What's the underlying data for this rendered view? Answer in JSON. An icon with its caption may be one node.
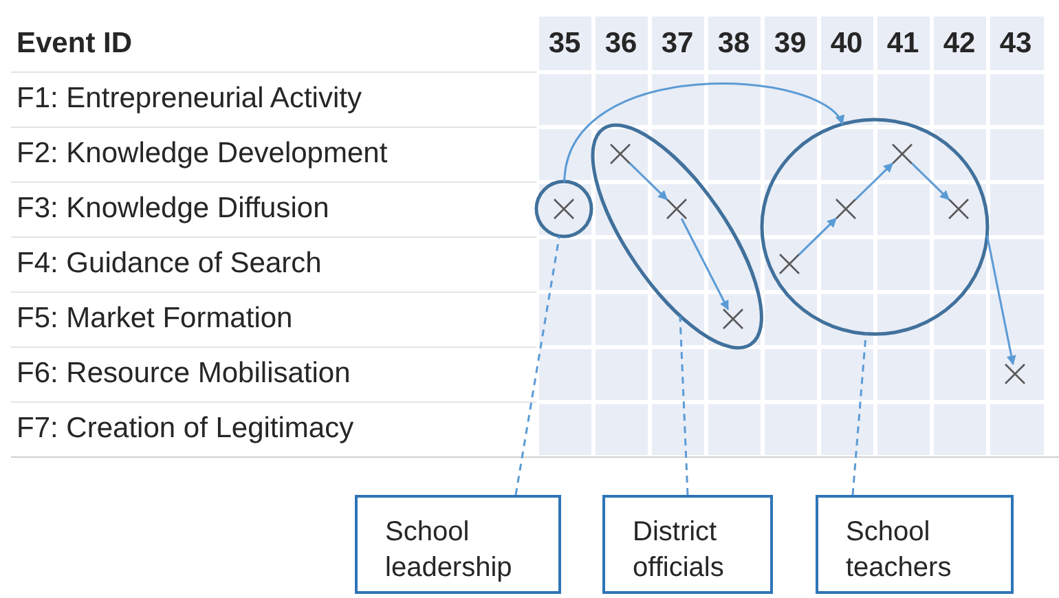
{
  "diagram": {
    "nodes": [
      {
        "text": [],
        "shape": "circle"
      },
      {
        "text": [],
        "shape": "cross",
        "in": 0
      },
      {
        "text": [],
        "shape": "circle"
      },
      {
        "text": [],
        "shape": "cross",
        "in": 2
      },
      {
        "text": [],
        "shape": "cross",
        "in": 2
      },
      {
        "text": [],
        "shape": "cross",
        "in": 2
      },
      {
        "text": [],
        "shape": "circle"
      },
      {
        "text": [],
        "shape": "cross",
        "in": 6
      },
      {
        "text": [],
        "shape": "cross",
        "in": 6
      },
      {
        "text": [],
        "shape": "cross",
        "in": 6
      },
      {
        "text": [],
        "shape": "cross",
        "in": 6
      },
      {
        "text": [],
        "shape": "cross"
      },
      {
        "text": [
          "School leadership"
        ]
      },
      {
        "text": [
          "District officials"
        ]
      },
      {
        "text": [
          "School teachers"
        ]
      }
    ],
    "edges": [
      {
        "from": 0,
        "to": 6,
        "arrow": "to"
      },
      {
        "from": 3,
        "to": 4,
        "arrow": "to"
      },
      {
        "from": 4,
        "to": 5,
        "arrow": "to"
      },
      {
        "from": 7,
        "to": 8,
        "arrow": "to"
      },
      {
        "from": 8,
        "to": 9,
        "arrow": "to"
      },
      {
        "from": 9,
        "to": 10,
        "arrow": "to"
      },
      {
        "from": 6,
        "to": 11,
        "arrow": "to"
      },
      {
        "from": 12,
        "to": 0,
        "arrow": "none",
        "style": "dashed"
      },
      {
        "from": 13,
        "to": 2,
        "arrow": "none",
        "style": "dashed"
      },
      {
        "from": 14,
        "to": 6,
        "arrow": "none",
        "style": "dashed"
      }
    ],
    "labels": [
      "Event ID",
      "35",
      "36",
      "37",
      "38",
      "39",
      "40",
      "41",
      "42",
      "43",
      "F1: Entrepreneurial Activity",
      "F2: Knowledge Development",
      "F3: Knowledge Diffusion",
      "F4: Guidance of Search",
      "F5: Market Formation",
      "F6: Resource Mobilisation",
      "F7: Creation of Legitimacy"
    ]
  }
}
